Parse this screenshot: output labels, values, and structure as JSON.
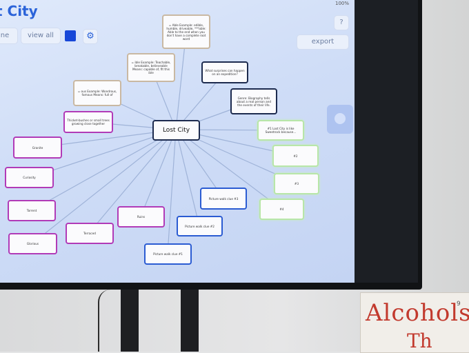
{
  "app": {
    "title": "t City",
    "status": "100%"
  },
  "toolbar": {
    "partial_label": "ne",
    "view_all_label": "view all",
    "swatch_color": "#1747d8",
    "help_label": "?",
    "export_label": "export"
  },
  "map": {
    "center": "Lost City",
    "nodes": [
      {
        "id": "n1",
        "text": "= Able Example: edible, humble, driveable, ***able: Able to the end when you don't have a complete root word"
      },
      {
        "id": "n2",
        "text": "= ible Example: Teachable, breakable, believeable Means: capable of, fit this ible"
      },
      {
        "id": "n3",
        "text": "= ous Example: Wondrous, famous Means: full of"
      },
      {
        "id": "n4",
        "text": "Thicket-bushes or small trees growing close together"
      },
      {
        "id": "n5",
        "text": "What surprises can happen on an expedition?"
      },
      {
        "id": "n6",
        "text": "Genre: Biography tells about a real person and the events of their life."
      },
      {
        "id": "n7",
        "text": "#1 Lost City is like Sweetrock because..."
      },
      {
        "id": "n8",
        "text": "#2"
      },
      {
        "id": "n9",
        "text": "#3"
      },
      {
        "id": "n10",
        "text": "#4"
      },
      {
        "id": "n11",
        "text": "Picture walk clue #3"
      },
      {
        "id": "n12",
        "text": "Picture walk clue #2"
      },
      {
        "id": "n13",
        "text": "Picture walk clue #1"
      },
      {
        "id": "n14",
        "text": "Ruins"
      },
      {
        "id": "n15",
        "text": "Terraced"
      },
      {
        "id": "n16",
        "text": "Glorious"
      },
      {
        "id": "n17",
        "text": "Torrent"
      },
      {
        "id": "n18",
        "text": "Curiosity"
      },
      {
        "id": "n19",
        "text": "Granite"
      }
    ]
  },
  "poster": {
    "line1": "Alcohols",
    "line2": "Th",
    "number": "9"
  }
}
